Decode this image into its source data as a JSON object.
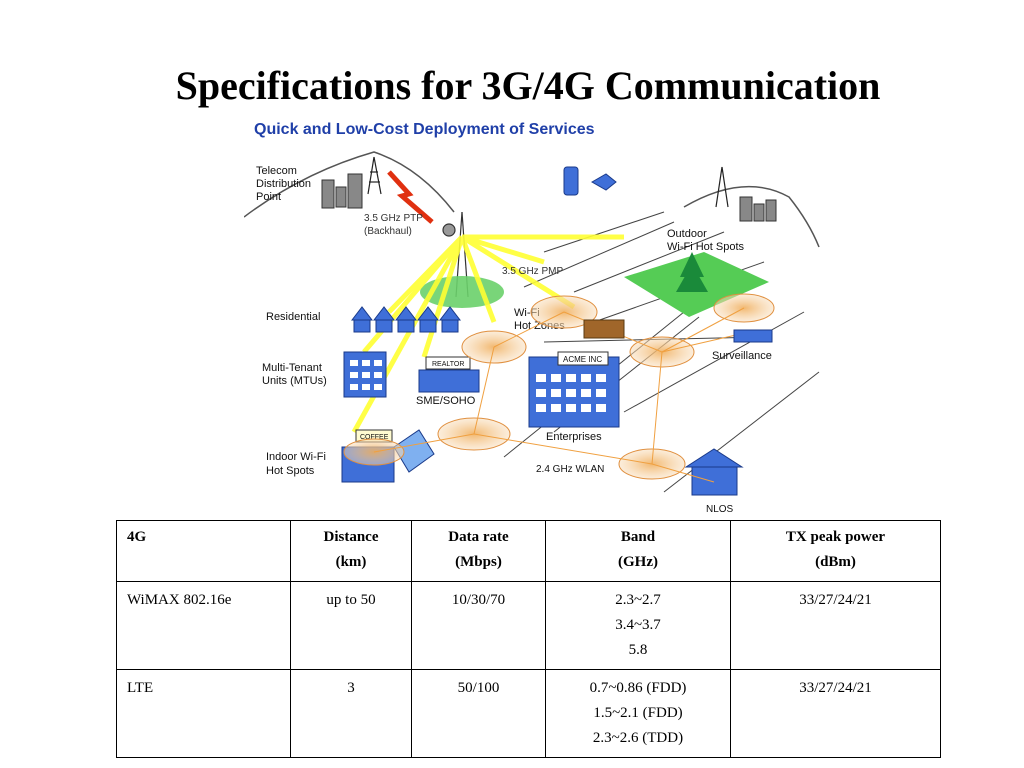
{
  "slide": {
    "title": "Specifications for 3G/4G Communication"
  },
  "diagram": {
    "heading": "Quick and Low-Cost Deployment of Services",
    "labels": {
      "telecom": [
        "Telecom",
        "Distribution",
        "Point"
      ],
      "ptp": [
        "3.5 GHz PTP",
        "(Backhaul)"
      ],
      "pmp": "3.5 GHz PMP",
      "outdoor": [
        "Outdoor",
        "Wi-Fi Hot Spots"
      ],
      "residential": "Residential",
      "wifi_zones": [
        "Wi-Fi",
        "Hot Zones"
      ],
      "mtu": [
        "Multi-Tenant",
        "Units (MTUs)"
      ],
      "realtor": "REALTOR",
      "sme": "SME/SOHO",
      "acme": "ACME INC",
      "enterprises": "Enterprises",
      "surveillance": "Surveillance",
      "coffee": "COFFEE",
      "indoor": [
        "Indoor Wi-Fi",
        "Hot Spots"
      ],
      "wlan": "2.4 GHz WLAN",
      "nlos": "NLOS"
    }
  },
  "table": {
    "headers": [
      [
        "4G"
      ],
      [
        "Distance",
        "(km)"
      ],
      [
        "Data rate",
        "(Mbps)"
      ],
      [
        "Band",
        "(GHz)"
      ],
      [
        "TX peak power",
        "(dBm)"
      ]
    ],
    "rows": [
      [
        [
          "WiMAX 802.16e"
        ],
        [
          "up to 50"
        ],
        [
          "10/30/70"
        ],
        [
          "2.3~2.7",
          "3.4~3.7",
          "5.8"
        ],
        [
          "33/27/24/21"
        ]
      ],
      [
        [
          "LTE"
        ],
        [
          "3"
        ],
        [
          "50/100"
        ],
        [
          "0.7~0.86 (FDD)",
          "1.5~2.1 (FDD)",
          "2.3~2.6 (TDD)"
        ],
        [
          "33/27/24/21"
        ]
      ]
    ]
  },
  "colors": {
    "heading_blue": "#1f3fa8",
    "building_blue": "#3f6fd8",
    "link_yellow": "#ffff33",
    "grass_green": "#55cc55",
    "hotspot_orange": "#f0a040"
  }
}
